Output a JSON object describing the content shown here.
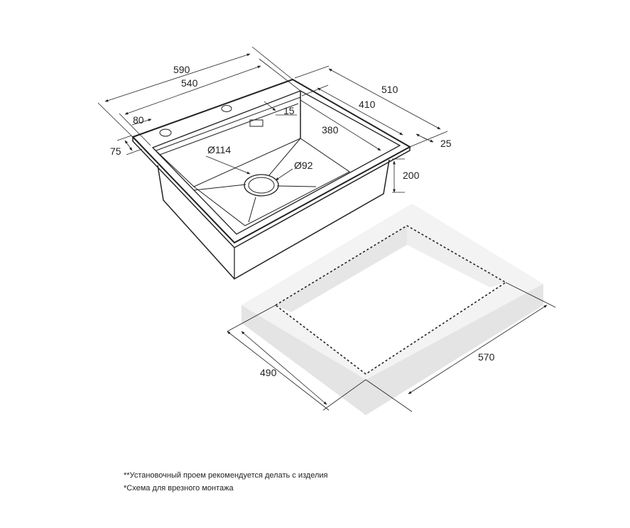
{
  "sink_dimensions": {
    "overall_width": "590",
    "bowl_width_top": "540",
    "tap_hole_offset": "80",
    "tap_hole_front": "75",
    "rim_radius": "15",
    "bowl_depth_inner": "380",
    "overall_depth": "510",
    "bowl_depth_top": "410",
    "rim_width": "25",
    "bowl_height": "200",
    "drain_outer": "Ø114",
    "drain_inner": "Ø92"
  },
  "cutout_dimensions": {
    "depth": "490",
    "width": "570"
  },
  "notes": {
    "recommendation": "**Установочный проем рекомендуется делать с изделия",
    "scheme": "*Схема для врезного монтажа"
  },
  "colors": {
    "line": "#222222",
    "slab_top": "#f4f4f4",
    "slab_side": "#e2e2e2"
  }
}
